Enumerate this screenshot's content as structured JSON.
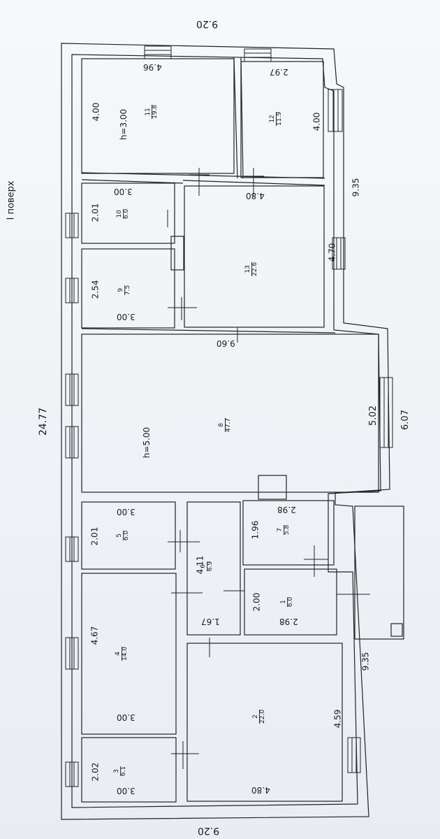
{
  "floor_title": "І поверх",
  "dims": {
    "top_total": "24.77",
    "left_width": "9.20",
    "right_width": "9.20",
    "bottom_right_top": "9.35",
    "bottom_left": "9.35",
    "right_lower": "6.07",
    "right_mid": "5.02",
    "wall_9_60": "9.60",
    "r11_a": "4.96",
    "r11_b": "4.00",
    "r12_a": "2.97",
    "r12_b": "4.00",
    "r10_a": "2.01",
    "r10_b": "3.00",
    "r9_a": "2.54",
    "r9_b": "3.00",
    "r13_a": "4.80",
    "r13_b": "4.70",
    "r5_a": "2.01",
    "r5_b": "3.00",
    "r6_a": "4.11",
    "r6_b": "1.67",
    "r7_a": "1.96",
    "r7_b": "2.98",
    "r1_a": "2.00",
    "r1_b": "2.98",
    "r4_a": "4.67",
    "r4_b": "3.00",
    "r3_a": "2.02",
    "r3_b": "3.00",
    "r2_a": "4.59",
    "r2_b": "4.80",
    "h_main": "h=5.00",
    "h_top": "h=3.00"
  },
  "rooms": [
    {
      "id": "r11",
      "num": "11",
      "area": "19.8"
    },
    {
      "id": "r12",
      "num": "12",
      "area": "11.9"
    },
    {
      "id": "r10",
      "num": "10",
      "area": "6.0"
    },
    {
      "id": "r9",
      "num": "9",
      "area": "7.5"
    },
    {
      "id": "r13",
      "num": "13",
      "area": "22.6"
    },
    {
      "id": "r8",
      "num": "8",
      "area": "47.7"
    },
    {
      "id": "r5",
      "num": "5",
      "area": "6.0"
    },
    {
      "id": "r6",
      "num": "6",
      "area": "6.9"
    },
    {
      "id": "r7",
      "num": "7",
      "area": "5.8"
    },
    {
      "id": "r1",
      "num": "1",
      "area": "6.0"
    },
    {
      "id": "r4",
      "num": "4",
      "area": "14.0"
    },
    {
      "id": "r3",
      "num": "3",
      "area": "6.1"
    },
    {
      "id": "r2",
      "num": "2",
      "area": "22.0"
    }
  ]
}
